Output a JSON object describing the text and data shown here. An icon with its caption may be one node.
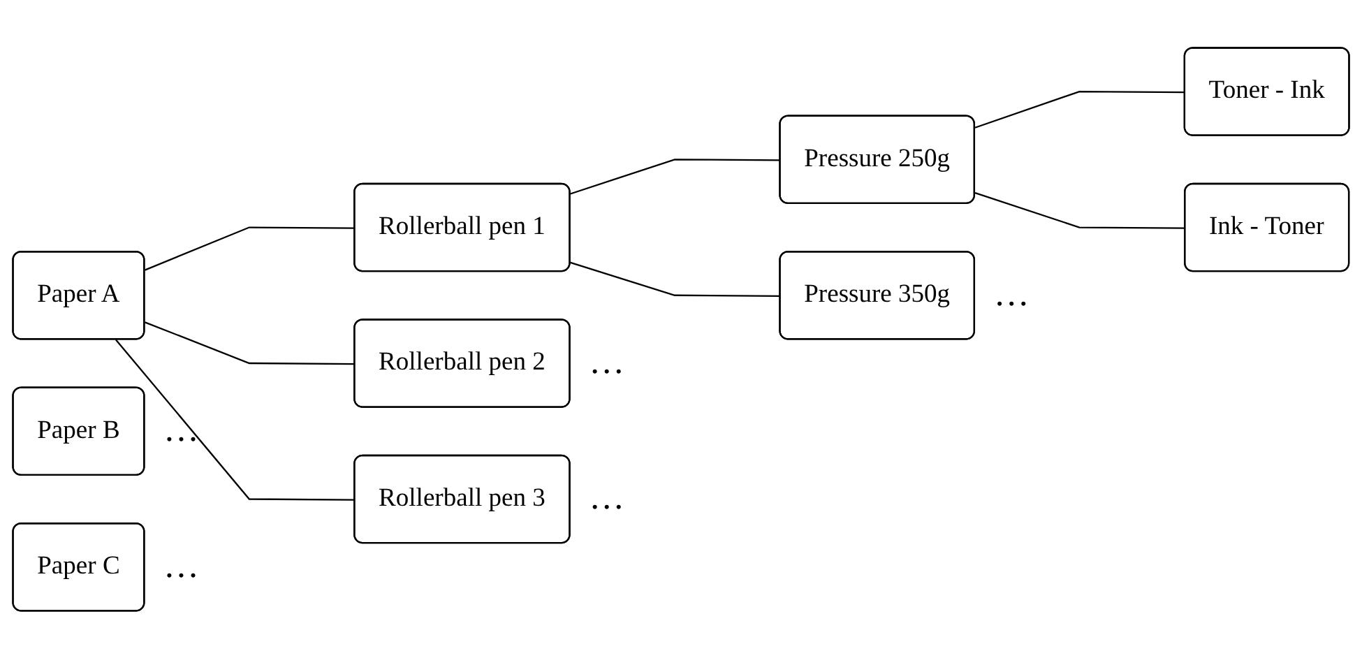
{
  "diagram": {
    "nodes": [
      {
        "text": [
          "Paper A"
        ]
      },
      {
        "text": [
          "Rollerball pen 1"
        ]
      },
      {
        "text": [
          "Rollerball pen 2"
        ],
        "beside": [
          "…"
        ]
      },
      {
        "text": [
          "Rollerball pen 3"
        ],
        "beside": [
          "…"
        ]
      },
      {
        "text": [
          "Pressure 250g"
        ]
      },
      {
        "text": [
          "Pressure 350g"
        ],
        "beside": [
          "…"
        ]
      },
      {
        "text": [
          "Toner - Ink"
        ]
      },
      {
        "text": [
          "Ink - Toner"
        ]
      },
      {
        "text": [
          "Paper B"
        ],
        "beside": [
          "…"
        ]
      },
      {
        "text": [
          "Paper C"
        ],
        "beside": [
          "…"
        ]
      }
    ],
    "edges": [
      {
        "from": 0,
        "to": 1,
        "arrow": "none"
      },
      {
        "from": 0,
        "to": 2,
        "arrow": "none"
      },
      {
        "from": 0,
        "to": 3,
        "arrow": "none"
      },
      {
        "from": 1,
        "to": 4,
        "arrow": "none"
      },
      {
        "from": 1,
        "to": 5,
        "arrow": "none"
      },
      {
        "from": 4,
        "to": 6,
        "arrow": "none"
      },
      {
        "from": 4,
        "to": 7,
        "arrow": "none"
      }
    ]
  }
}
